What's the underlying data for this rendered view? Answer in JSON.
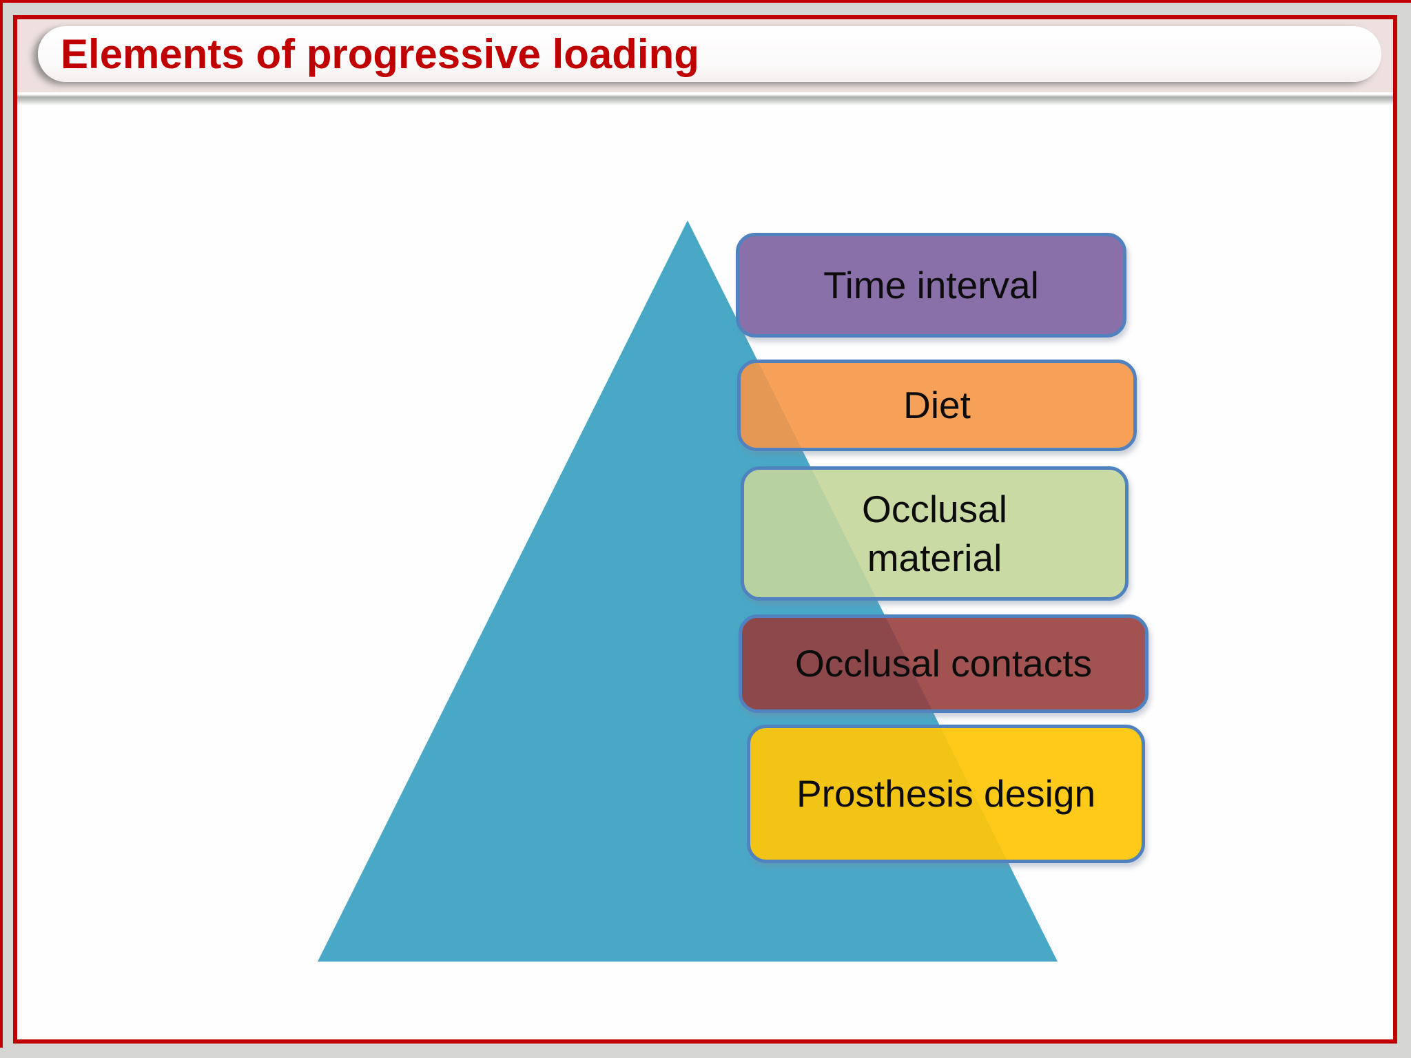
{
  "slide": {
    "title": "Elements of progressive loading",
    "colors": {
      "frame_red": "#C00000",
      "frame_gray": "#D5D6D3",
      "header_band_pink": "#EDE0DE",
      "title_text_red": "#C00000",
      "triangle_teal": "#48A8C6",
      "box_border_blue": "#4F82BE"
    },
    "diagram": {
      "type": "pyramid-list",
      "boxes": [
        {
          "id": "time-interval",
          "lines": [
            "Time interval"
          ],
          "fill": "rgba(124,96,160,0.90)"
        },
        {
          "id": "diet",
          "lines": [
            "Diet"
          ],
          "fill": "rgba(246,150,70,0.90)"
        },
        {
          "id": "occlusal-material",
          "lines": [
            "Occlusal",
            "material"
          ],
          "fill": "rgba(195,214,155,0.90)"
        },
        {
          "id": "occlusal-contacts",
          "lines": [
            "Occlusal contacts"
          ],
          "fill": "rgba(150,58,58,0.88)"
        },
        {
          "id": "prosthesis-design",
          "lines": [
            "Prosthesis design"
          ],
          "fill": "rgba(255,198,8,0.93)"
        }
      ]
    }
  }
}
